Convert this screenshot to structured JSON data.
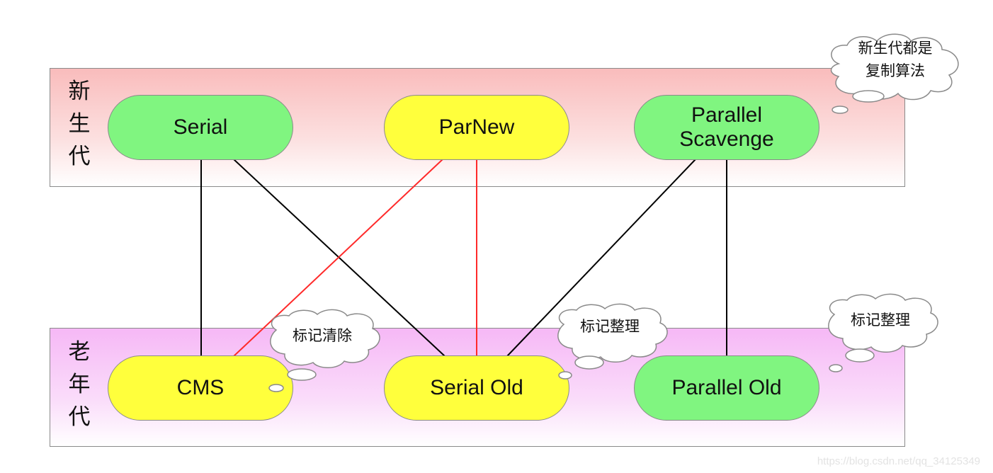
{
  "regions": {
    "young": {
      "label_chars": [
        "新",
        "生",
        "代"
      ]
    },
    "old": {
      "label_chars": [
        "老",
        "年",
        "代"
      ]
    }
  },
  "collectors": {
    "serial": "Serial",
    "parnew": "ParNew",
    "parallel_scavenge_line1": "Parallel",
    "parallel_scavenge_line2": "Scavenge",
    "cms": "CMS",
    "serial_old": "Serial Old",
    "parallel_old": "Parallel Old"
  },
  "colors": {
    "green_collector": "#80f580",
    "yellow_collector": "#ffff3c",
    "black_link": "#000000",
    "red_link": "#ff2a2a"
  },
  "links": [
    {
      "from": "Serial",
      "to": "CMS",
      "color": "black"
    },
    {
      "from": "Serial",
      "to": "Serial Old",
      "color": "black"
    },
    {
      "from": "ParNew",
      "to": "CMS",
      "color": "red"
    },
    {
      "from": "ParNew",
      "to": "Serial Old",
      "color": "red"
    },
    {
      "from": "Parallel Scavenge",
      "to": "Serial Old",
      "color": "black"
    },
    {
      "from": "Parallel Scavenge",
      "to": "Parallel Old",
      "color": "black"
    }
  ],
  "notes": {
    "young_line1": "新生代都是",
    "young_line2": "复制算法",
    "cms": "标记清除",
    "serial_old": "标记整理",
    "parallel_old": "标记整理"
  },
  "watermark": "https://blog.csdn.net/qq_34125349"
}
